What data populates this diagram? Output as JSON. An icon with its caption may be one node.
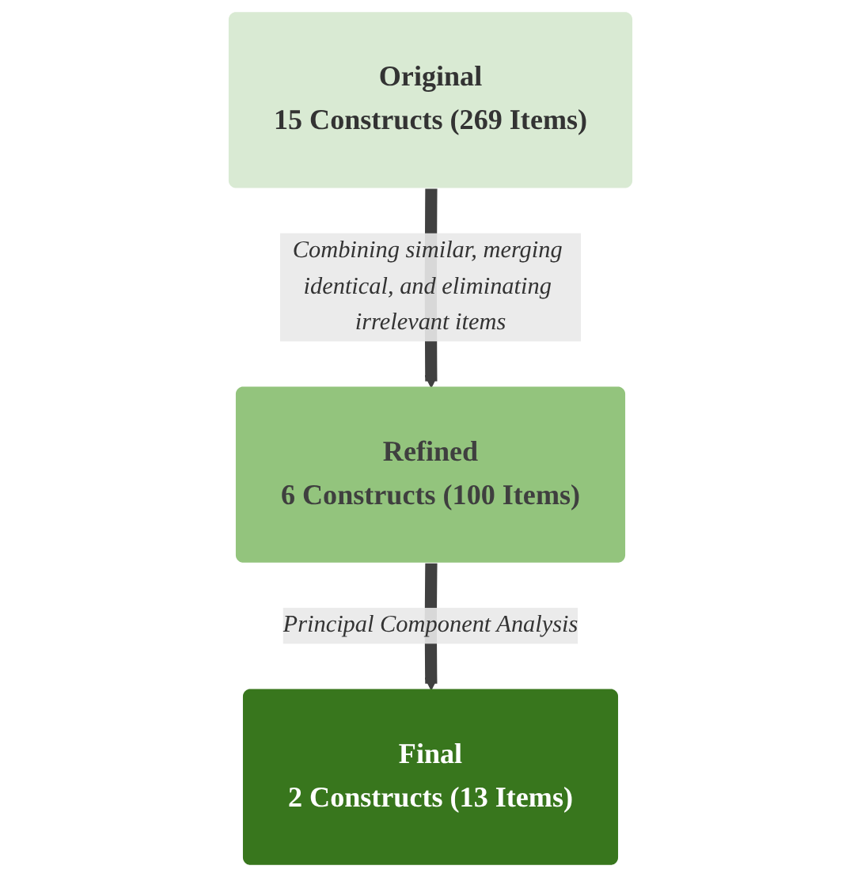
{
  "diagram": {
    "nodes": [
      {
        "text": [
          "Original",
          "15 Constructs (269 Items)"
        ]
      },
      {
        "text": [
          "Refined",
          "6 Constructs (100 Items)"
        ]
      },
      {
        "text": [
          "Final",
          "2 Constructs (13 Items)"
        ]
      }
    ],
    "edges": [
      {
        "from": 0,
        "to": 1,
        "arrow": "to",
        "label": "Combining similar, merging identical, and eliminating irrelevant items"
      },
      {
        "from": 1,
        "to": 2,
        "arrow": "to",
        "label": "Principal Component Analysis"
      }
    ]
  }
}
